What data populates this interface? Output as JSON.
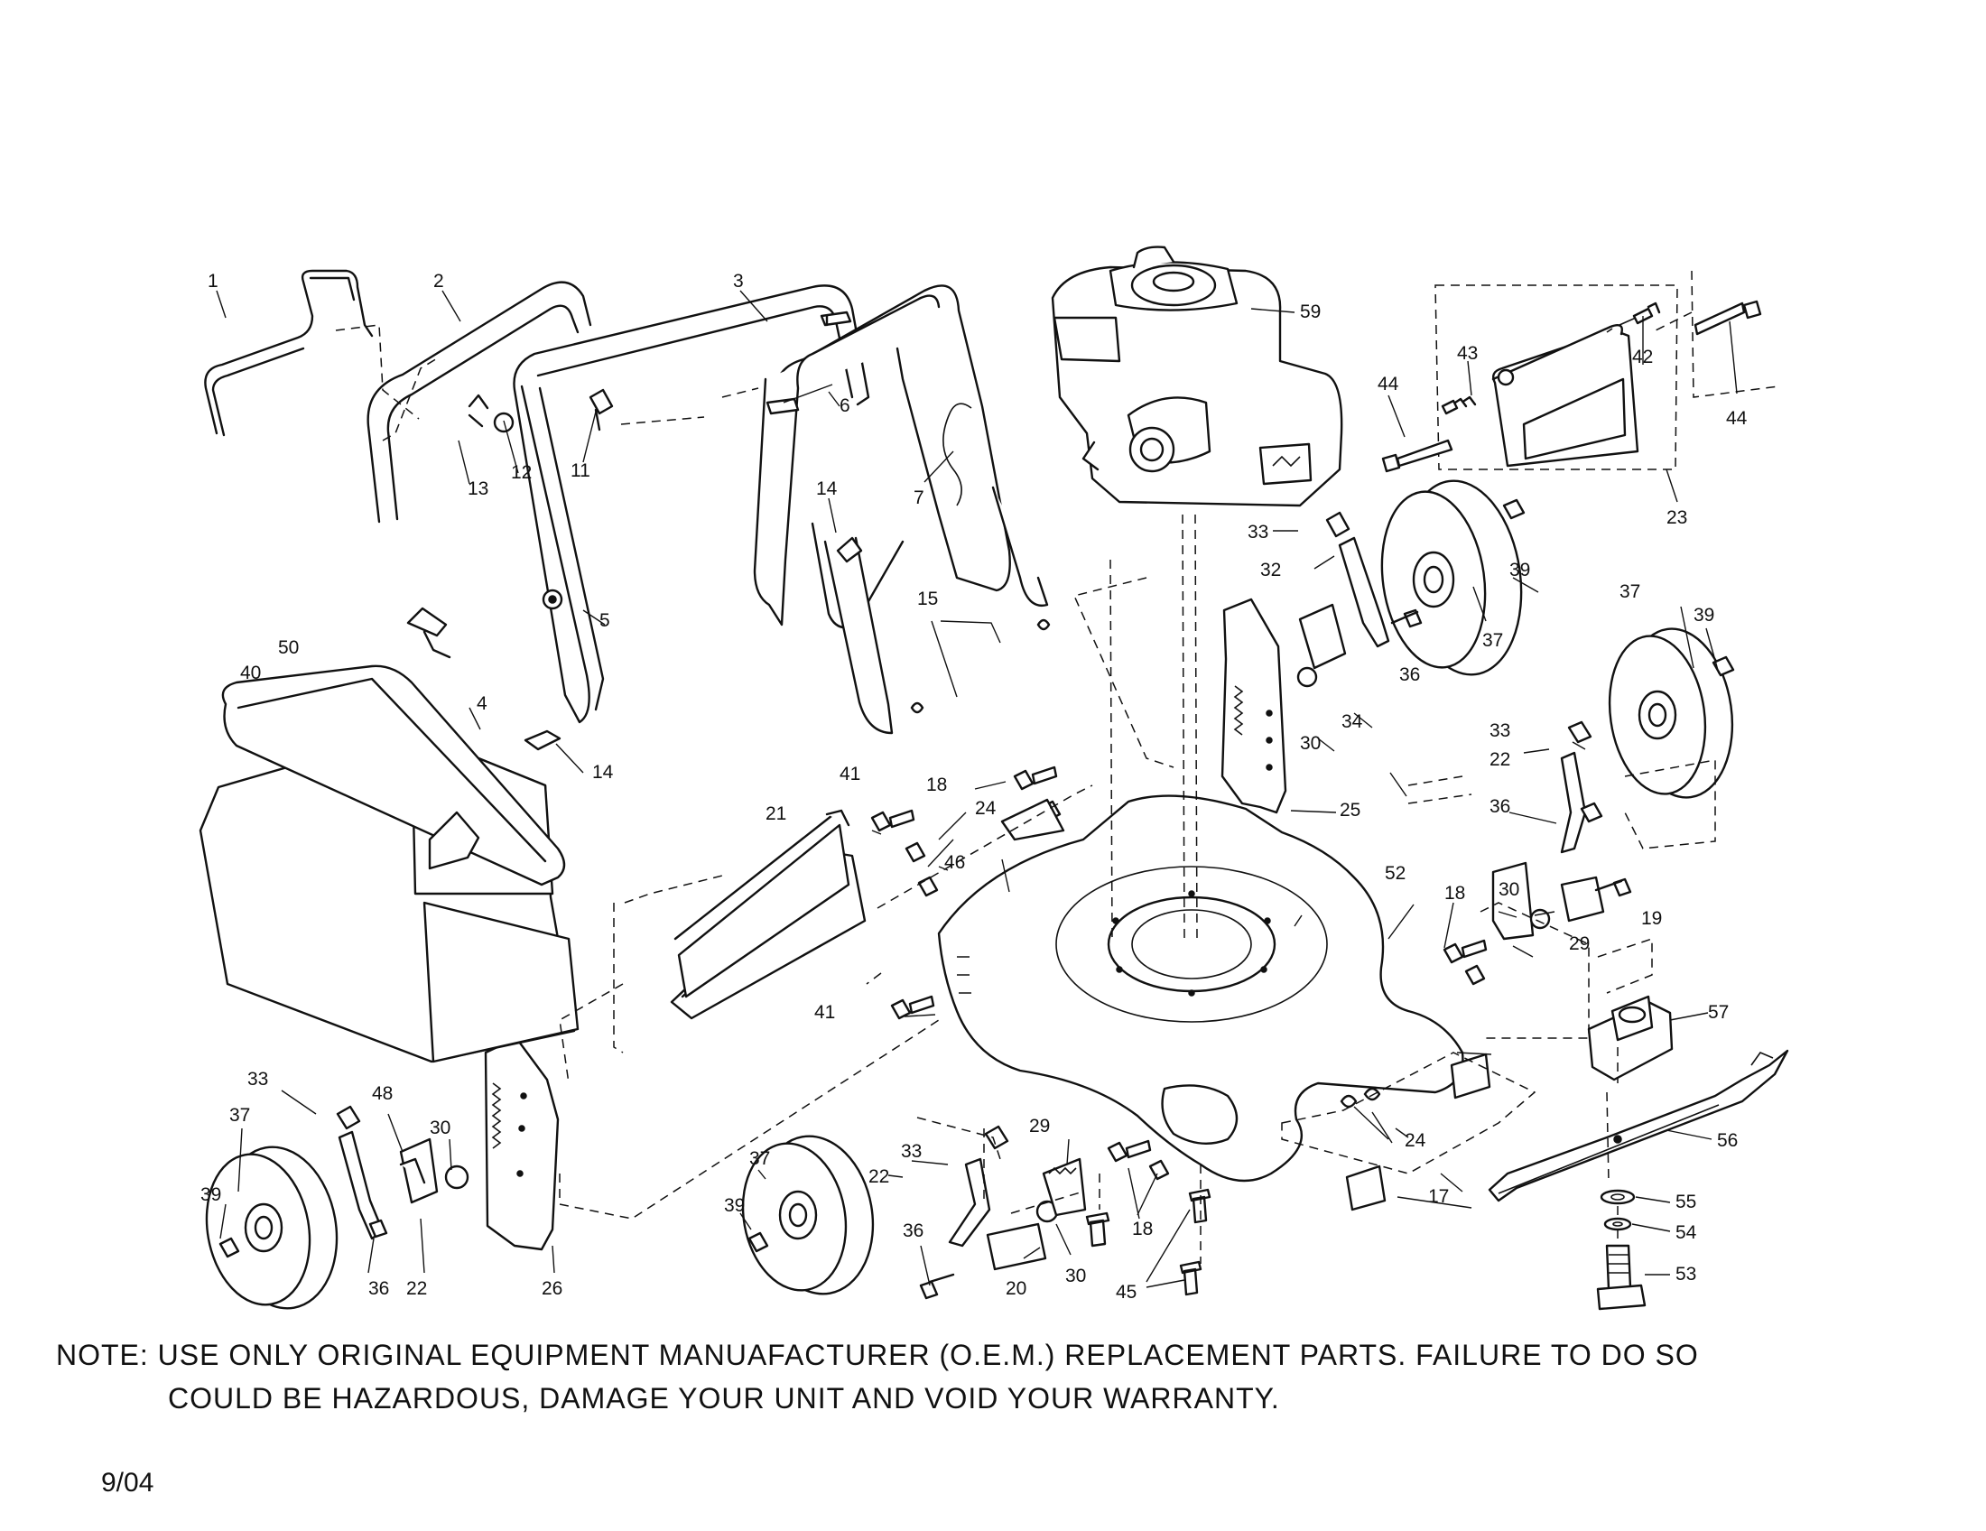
{
  "callouts": [
    "1",
    "2",
    "3",
    "59",
    "44",
    "43",
    "42",
    "44",
    "23",
    "13",
    "12",
    "11",
    "6",
    "7",
    "14",
    "33",
    "39",
    "32",
    "37",
    "5",
    "15",
    "36",
    "37",
    "39",
    "4",
    "14",
    "34",
    "30",
    "25",
    "33",
    "22",
    "36",
    "50",
    "40",
    "41",
    "18",
    "24",
    "21",
    "46",
    "52",
    "18",
    "30",
    "19",
    "29",
    "41",
    "57",
    "33",
    "48",
    "30",
    "37",
    "39",
    "36",
    "22",
    "26",
    "29",
    "33",
    "22",
    "37",
    "39",
    "36",
    "20",
    "30",
    "18",
    "24",
    "45",
    "17",
    "56",
    "55",
    "54",
    "53"
  ],
  "note": {
    "line1": "NOTE: USE ONLY ORIGINAL EQUIPMENT MANUAFACTURER (O.E.M.) REPLACEMENT PARTS. FAILURE TO DO SO",
    "line2": "COULD BE HAZARDOUS, DAMAGE YOUR UNIT AND VOID YOUR WARRANTY."
  },
  "date": "9/04"
}
